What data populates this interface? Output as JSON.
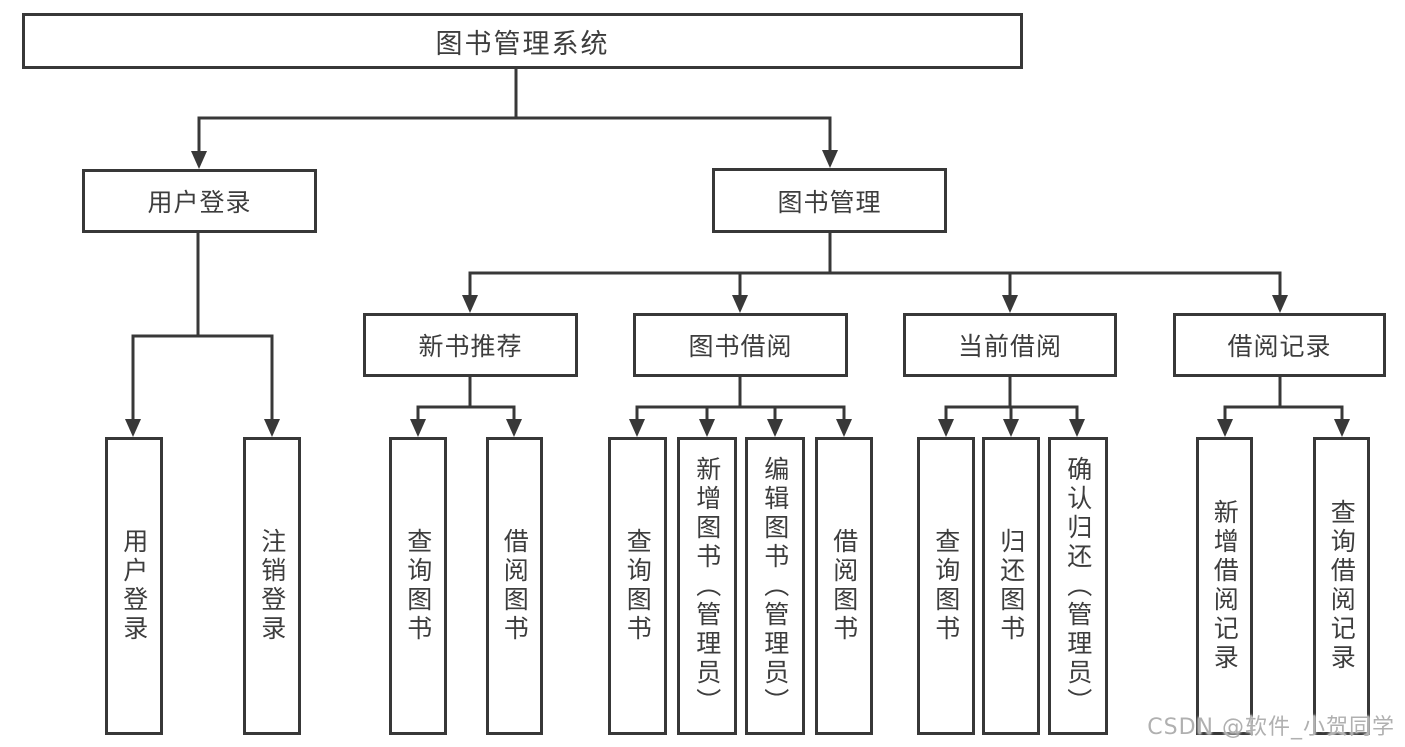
{
  "diagram": {
    "tree": {
      "label": "图书管理系统",
      "children": [
        {
          "label": "用户登录",
          "children": [
            {
              "label": "用户登录"
            },
            {
              "label": "注销登录"
            }
          ]
        },
        {
          "label": "图书管理",
          "children": [
            {
              "label": "新书推荐",
              "children": [
                {
                  "label": "查询图书"
                },
                {
                  "label": "借阅图书"
                }
              ]
            },
            {
              "label": "图书借阅",
              "children": [
                {
                  "label": "查询图书"
                },
                {
                  "label": "新增图书（管理员）"
                },
                {
                  "label": "编辑图书（管理员）"
                },
                {
                  "label": "借阅图书"
                }
              ]
            },
            {
              "label": "当前借阅",
              "children": [
                {
                  "label": "查询图书"
                },
                {
                  "label": "归还图书"
                },
                {
                  "label": "确认归还（管理员）"
                }
              ]
            },
            {
              "label": "借阅记录",
              "children": [
                {
                  "label": "新增借阅记录"
                },
                {
                  "label": "查询借阅记录"
                }
              ]
            }
          ]
        }
      ]
    },
    "colors": {
      "line": "#383838",
      "text": "#3d3d3d",
      "background": "#ffffff",
      "watermark_text_color": "#b0b0b0"
    }
  },
  "watermark": {
    "text": "CSDN @软件_小贺同学"
  }
}
